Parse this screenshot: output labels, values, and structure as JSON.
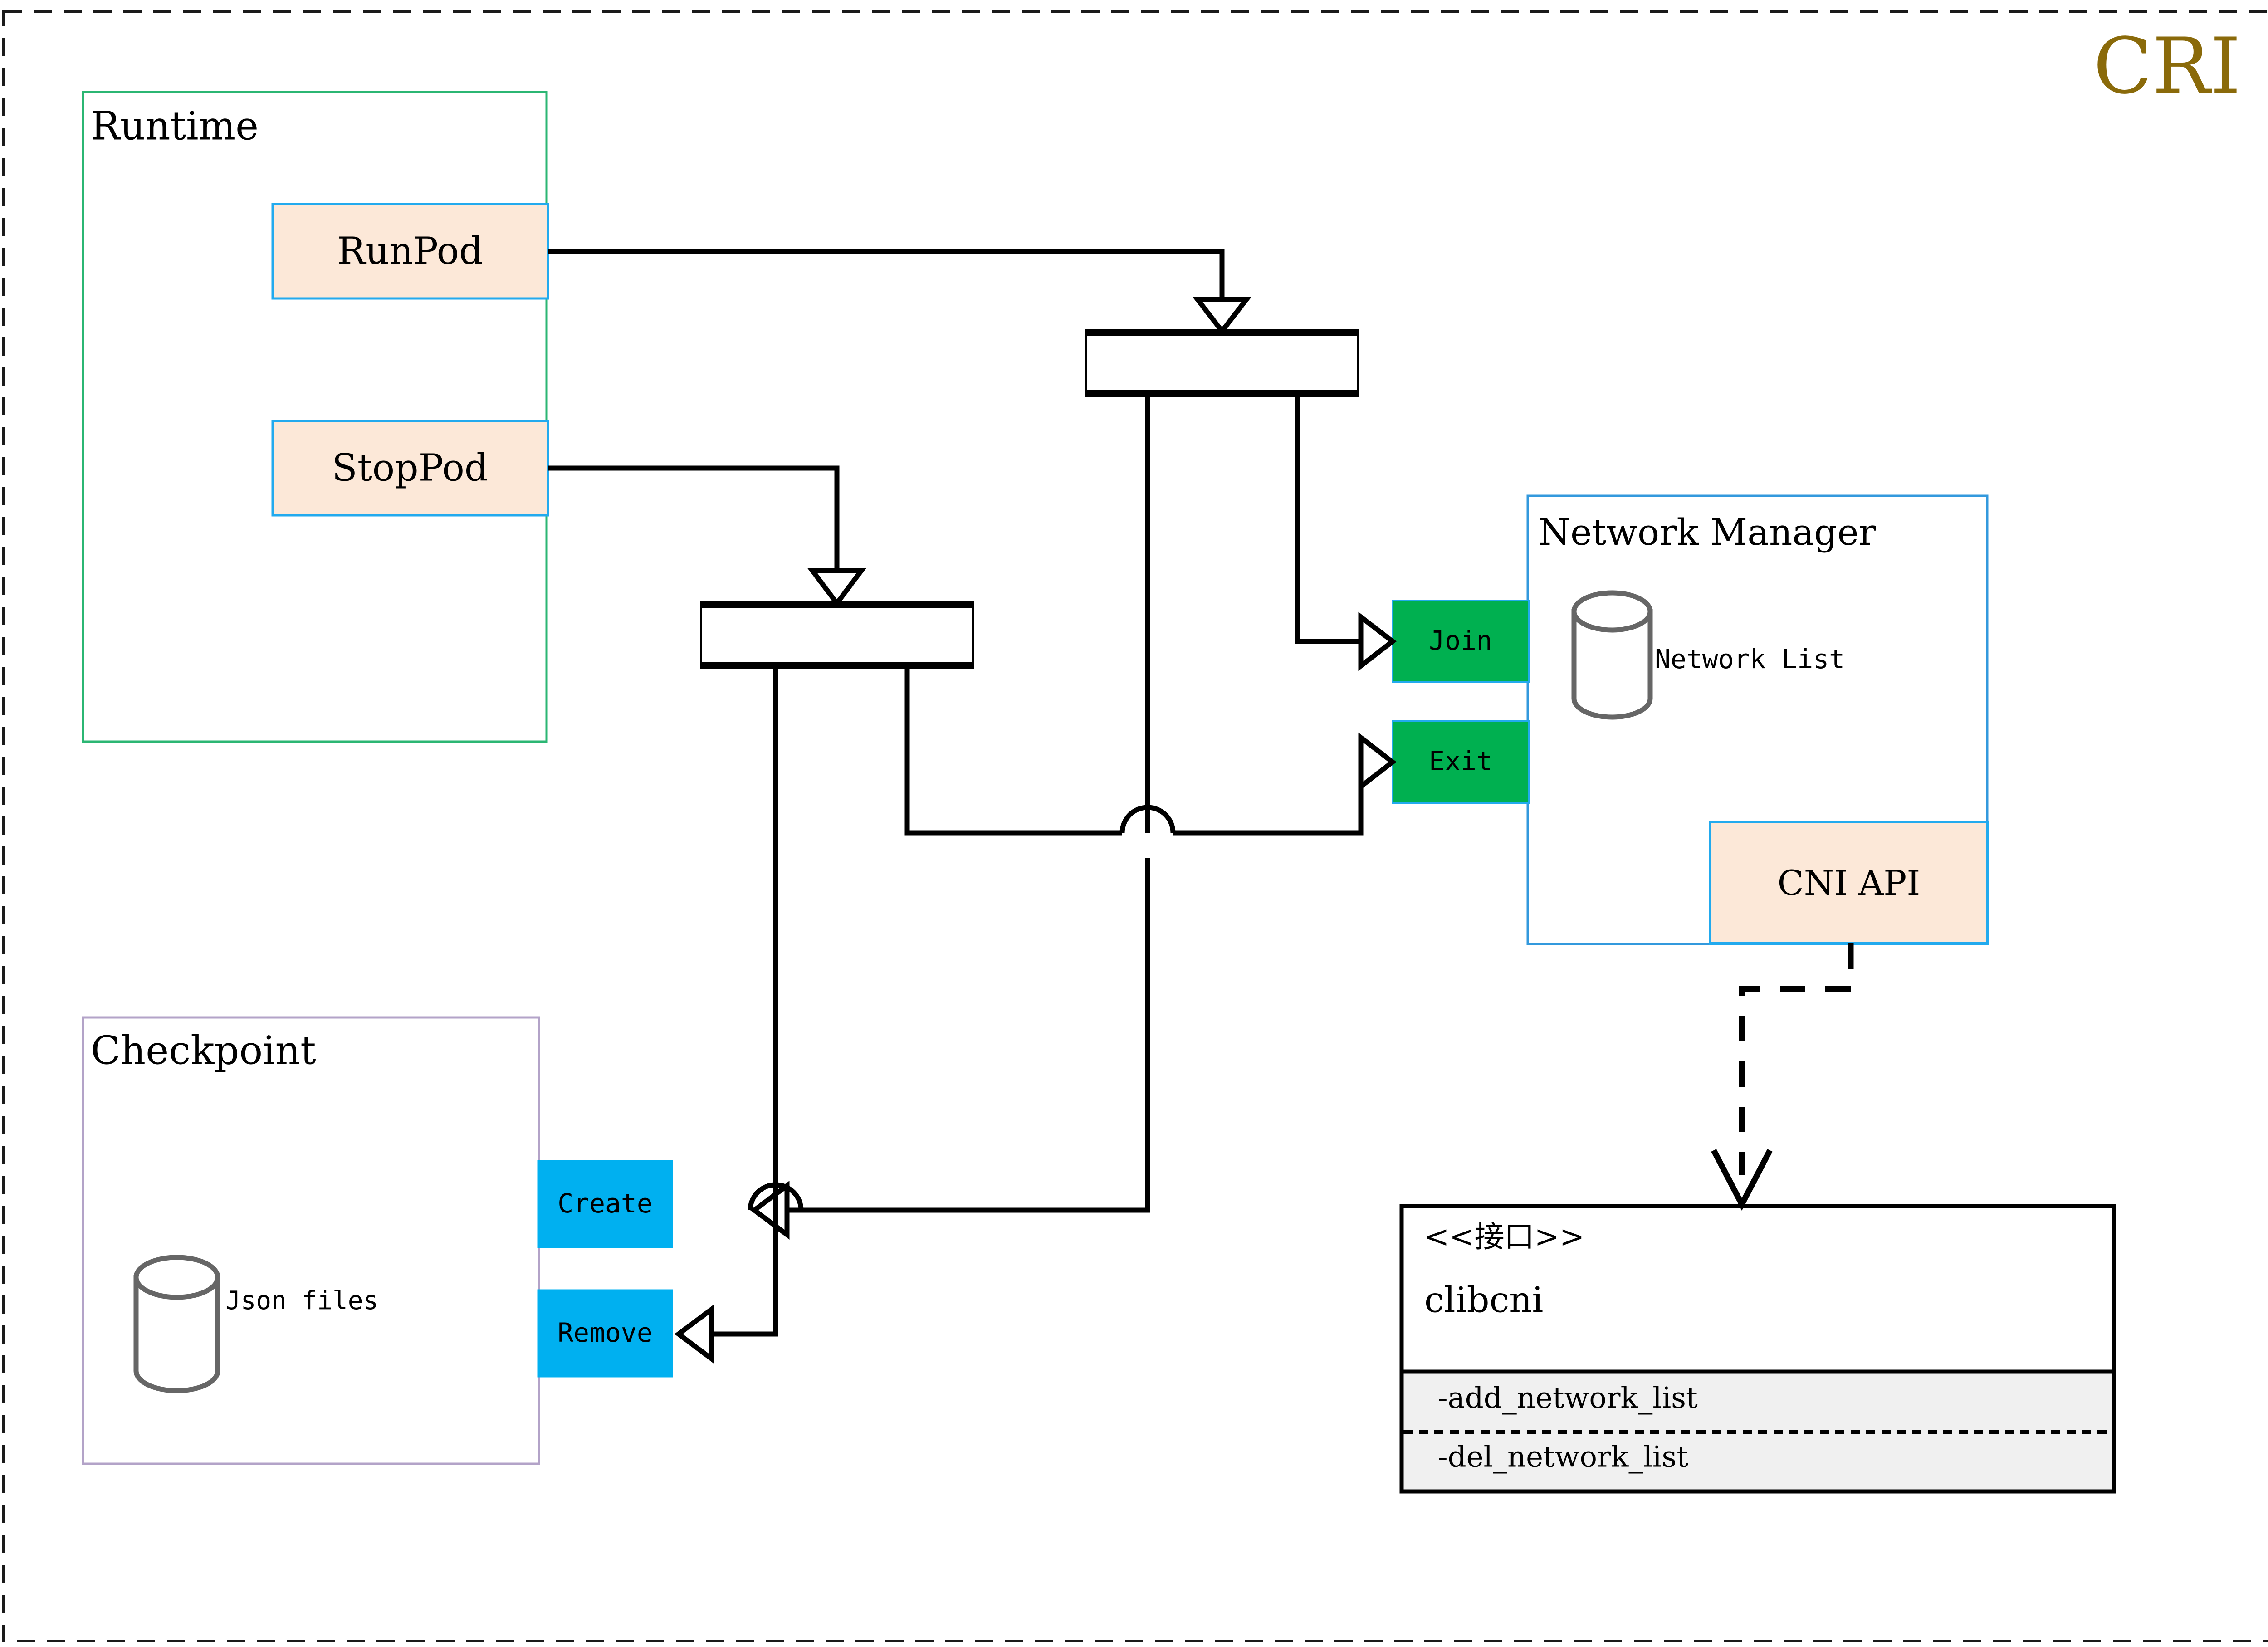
{
  "diagram": {
    "title": "CRI",
    "title_color": "#8a6a0a",
    "outer_border_style": "dashed",
    "groups": {
      "runtime": {
        "label": "Runtime",
        "border_color": "#2bb673"
      },
      "checkpoint": {
        "label": "Checkpoint",
        "border_color": "#b3a3c8",
        "store_label": "Json files",
        "store_icon": "cylinder-database-icon"
      },
      "network_manager": {
        "label": "Network Manager",
        "border_color": "#3399dd",
        "store_label": "Network List",
        "store_icon": "cylinder-database-icon",
        "api_label": "CNI API",
        "api_fill": "#fce8d8",
        "api_border": "#22aaee"
      }
    },
    "nodes": {
      "runpod": {
        "label": "RunPod",
        "fill": "#fce8d8",
        "border": "#22aaee"
      },
      "stoppod": {
        "label": "StopPod",
        "fill": "#fce8d8",
        "border": "#22aaee"
      },
      "join": {
        "label": "Join",
        "fill": "#00b050",
        "border": "#22aaee"
      },
      "exit": {
        "label": "Exit",
        "fill": "#00b050",
        "border": "#22aaee"
      },
      "create": {
        "label": "Create",
        "fill": "#00b0f0",
        "border": "#00b0f0"
      },
      "remove": {
        "label": "Remove",
        "fill": "#00b0f0",
        "border": "#00b0f0"
      }
    },
    "fork_bars": {
      "upper": {
        "name": "fork-bar-runpod",
        "fill": "#ffffff",
        "stroke": "#000000"
      },
      "lower": {
        "name": "fork-bar-stoppod",
        "fill": "#ffffff",
        "stroke": "#000000"
      }
    },
    "interface": {
      "stereotype": "<<接口>>",
      "name": "clibcni",
      "header_fill": "#ffffff",
      "methods_fill": "#f0f0f0",
      "methods": [
        "-add_network_list",
        "-del_network_list"
      ]
    },
    "connectors": [
      {
        "from": "RunPod",
        "to": "fork-bar-upper",
        "style": "solid",
        "arrow": "open-triangle"
      },
      {
        "from": "StopPod",
        "to": "fork-bar-lower",
        "style": "solid",
        "arrow": "open-triangle"
      },
      {
        "from": "fork-bar-upper",
        "to": "Join",
        "style": "solid",
        "arrow": "open-triangle"
      },
      {
        "from": "fork-bar-upper",
        "to": "Create",
        "style": "solid",
        "arrow": "open-triangle"
      },
      {
        "from": "fork-bar-lower",
        "to": "Exit",
        "style": "solid",
        "arrow": "open-triangle"
      },
      {
        "from": "fork-bar-lower",
        "to": "Remove",
        "style": "solid",
        "arrow": "open-triangle"
      },
      {
        "from": "CNI API",
        "to": "clibcni",
        "style": "dashed",
        "arrow": "open-v"
      }
    ]
  }
}
